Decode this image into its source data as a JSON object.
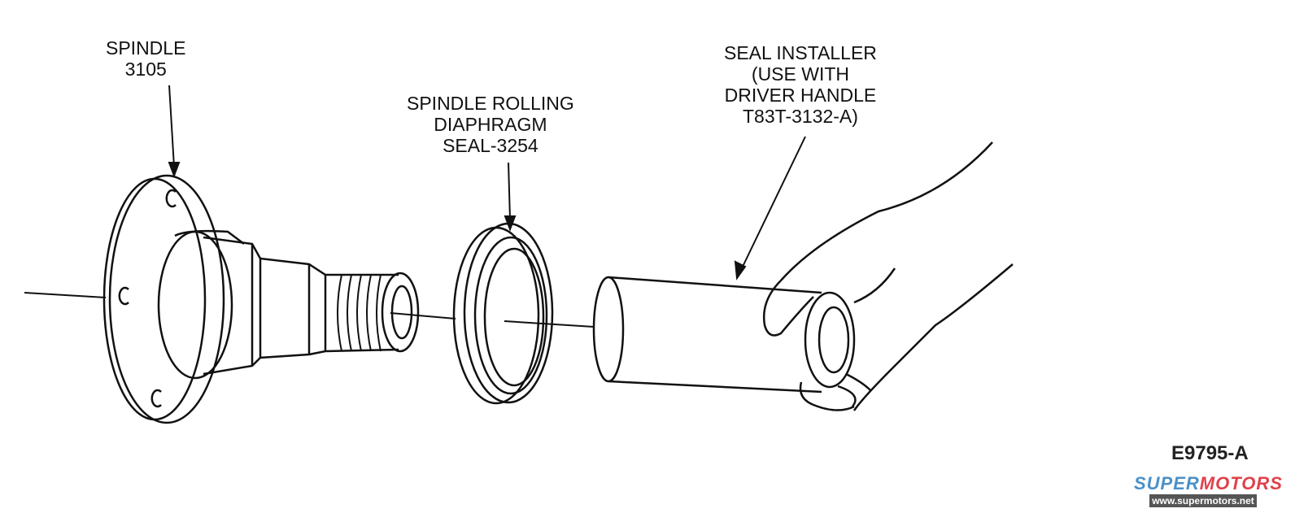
{
  "labels": {
    "spindle": "SPINDLE\n3105",
    "seal": "SPINDLE ROLLING\nDIAPHRAGM\nSEAL-3254",
    "installer": "SEAL INSTALLER\n(USE WITH\nDRIVER HANDLE\nT83T-3132-A)"
  },
  "figure_code": "E9795-A",
  "watermark": {
    "brand_a": "SUPER",
    "brand_b": "MOTORS",
    "url": "www.supermotors.net",
    "color_a": "#4a90c8",
    "color_b": "#e0404a"
  }
}
